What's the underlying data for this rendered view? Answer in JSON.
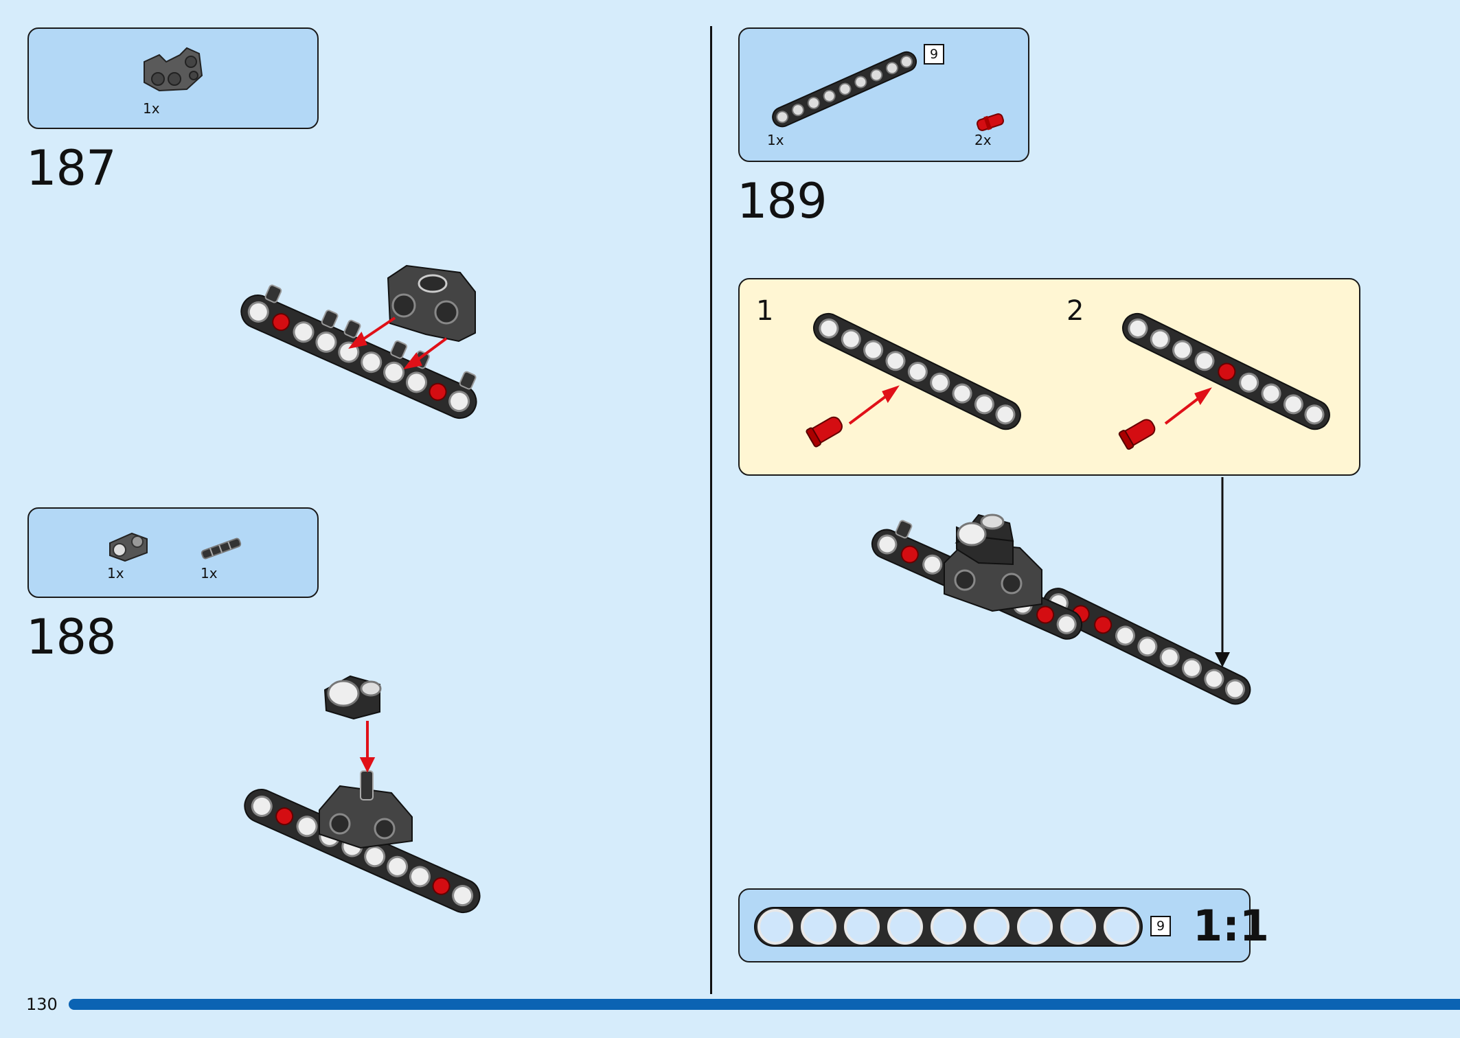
{
  "page": {
    "number": "130",
    "progress": 1.0
  },
  "steps": [
    {
      "number": "187",
      "parts": [
        {
          "qty": "1x",
          "icon": "connector-block-icon"
        }
      ]
    },
    {
      "number": "188",
      "parts": [
        {
          "qty": "1x",
          "icon": "axle-connector-icon"
        },
        {
          "qty": "1x",
          "icon": "axle-pin-icon"
        }
      ]
    },
    {
      "number": "189",
      "parts": [
        {
          "qty": "1x",
          "icon": "beam-9-icon",
          "length": "9"
        },
        {
          "qty": "2x",
          "icon": "red-pin-icon"
        }
      ],
      "substeps": [
        {
          "number": "1"
        },
        {
          "number": "2"
        }
      ]
    }
  ],
  "scale_guide": {
    "length": "9",
    "label": "1:1"
  },
  "colors": {
    "background": "#d6ecfb",
    "parts_box": "#b3d8f6",
    "sub_box": "#fff6d3",
    "beam": "#2b2b2b",
    "pin_red": "#d40d12",
    "arrow_red": "#e01018",
    "progress_bar": "#0b63b3"
  }
}
